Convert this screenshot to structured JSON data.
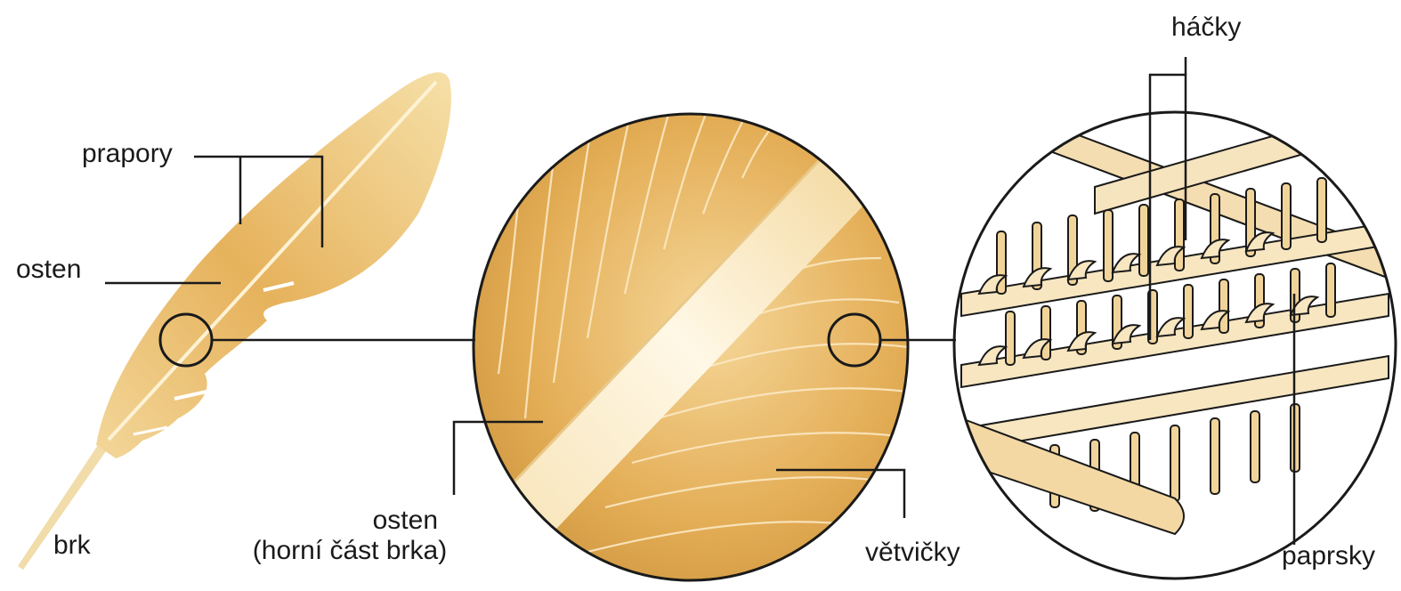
{
  "labels": {
    "prapory": "prapory",
    "osten_left": "osten",
    "brk": "brk",
    "osten_mid_line1": "osten",
    "osten_mid_line2": "(horní část brka)",
    "vetvicky": "větvičky",
    "hacky": "háčky",
    "paprsky": "paprsky"
  },
  "colors": {
    "feather_light": "#f6dfa6",
    "feather_mid": "#e7b865",
    "feather_dark": "#c98f38",
    "shaft": "#fbf0d2",
    "line": "#1a1a1a",
    "background": "#ffffff"
  }
}
